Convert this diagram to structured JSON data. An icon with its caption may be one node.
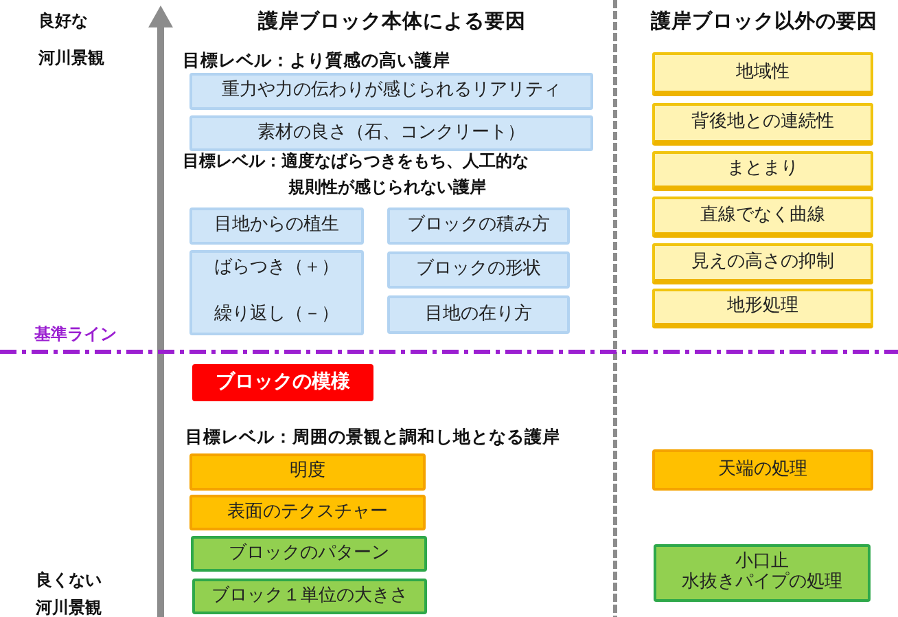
{
  "diagram": {
    "nodes": [
      {
        "text": [
          "重力や力の伝わりが感じられるリアリティ"
        ]
      },
      {
        "text": [
          "素材の良さ（石、コンクリート）"
        ]
      },
      {
        "text": [
          "目地からの植生"
        ]
      },
      {
        "text": [
          "ブロックの積み方"
        ]
      },
      {
        "text": [
          "ばらつき（＋）",
          "繰り返し（－）"
        ]
      },
      {
        "text": [
          "ブロックの形状"
        ]
      },
      {
        "text": [
          "目地の在り方"
        ]
      },
      {
        "text": [
          "ブロックの模様"
        ]
      },
      {
        "text": [
          "明度"
        ]
      },
      {
        "text": [
          "表面のテクスチャー"
        ]
      },
      {
        "text": [
          "ブロックのパターン"
        ]
      },
      {
        "text": [
          "ブロック１単位の大きさ"
        ]
      },
      {
        "text": [
          "地域性"
        ]
      },
      {
        "text": [
          "背後地との連続性"
        ]
      },
      {
        "text": [
          "まとまり"
        ]
      },
      {
        "text": [
          "直線でなく曲線"
        ]
      },
      {
        "text": [
          "見えの高さの抑制"
        ]
      },
      {
        "text": [
          "地形処理"
        ]
      },
      {
        "text": [
          "天端の処理"
        ]
      },
      {
        "text": [
          "小口止",
          "水抜きパイプの処理"
        ]
      }
    ],
    "labels": [
      "良好な河川景観",
      "護岸ブロック本体による要因",
      "護岸ブロック以外の要因",
      "目標レベル：より質感の高い護岸",
      "目標レベル：適度なばらつきをもち、人工的な規則性が感じられない護岸",
      "基準ライン",
      "目標レベル：周囲の景観と調和し地となる護岸",
      "良くない河川景観"
    ]
  }
}
